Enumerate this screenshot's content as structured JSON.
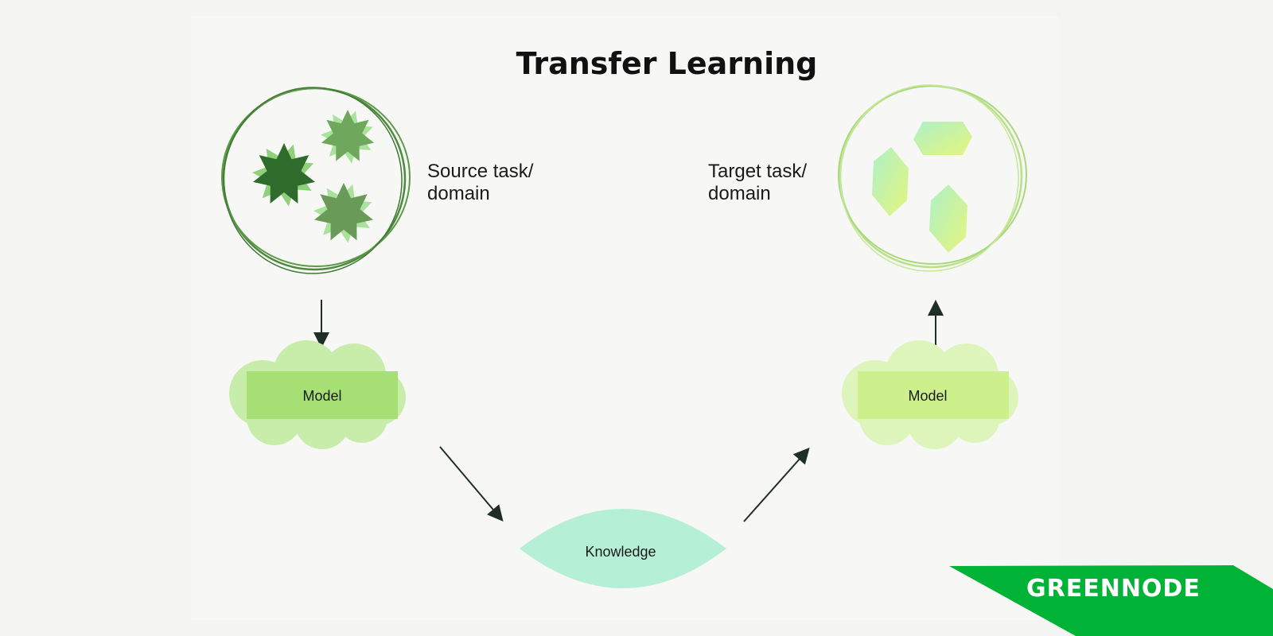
{
  "title": "Transfer Learning",
  "source": {
    "line1": "Source task/",
    "line2": "domain"
  },
  "target": {
    "line1": "Target task/",
    "line2": "domain"
  },
  "source_model": {
    "label": "Model"
  },
  "target_model": {
    "label": "Model"
  },
  "knowledge": {
    "label": "Knowledge"
  },
  "logo": {
    "text": "GREENNODE"
  },
  "colors": {
    "source_ring": "#4e8a3e",
    "target_ring": "#b8e08a",
    "source_model": "#a6df74",
    "target_model": "#cdf08c",
    "knowledge": "#b5f0d6",
    "brand": "#00b336"
  }
}
